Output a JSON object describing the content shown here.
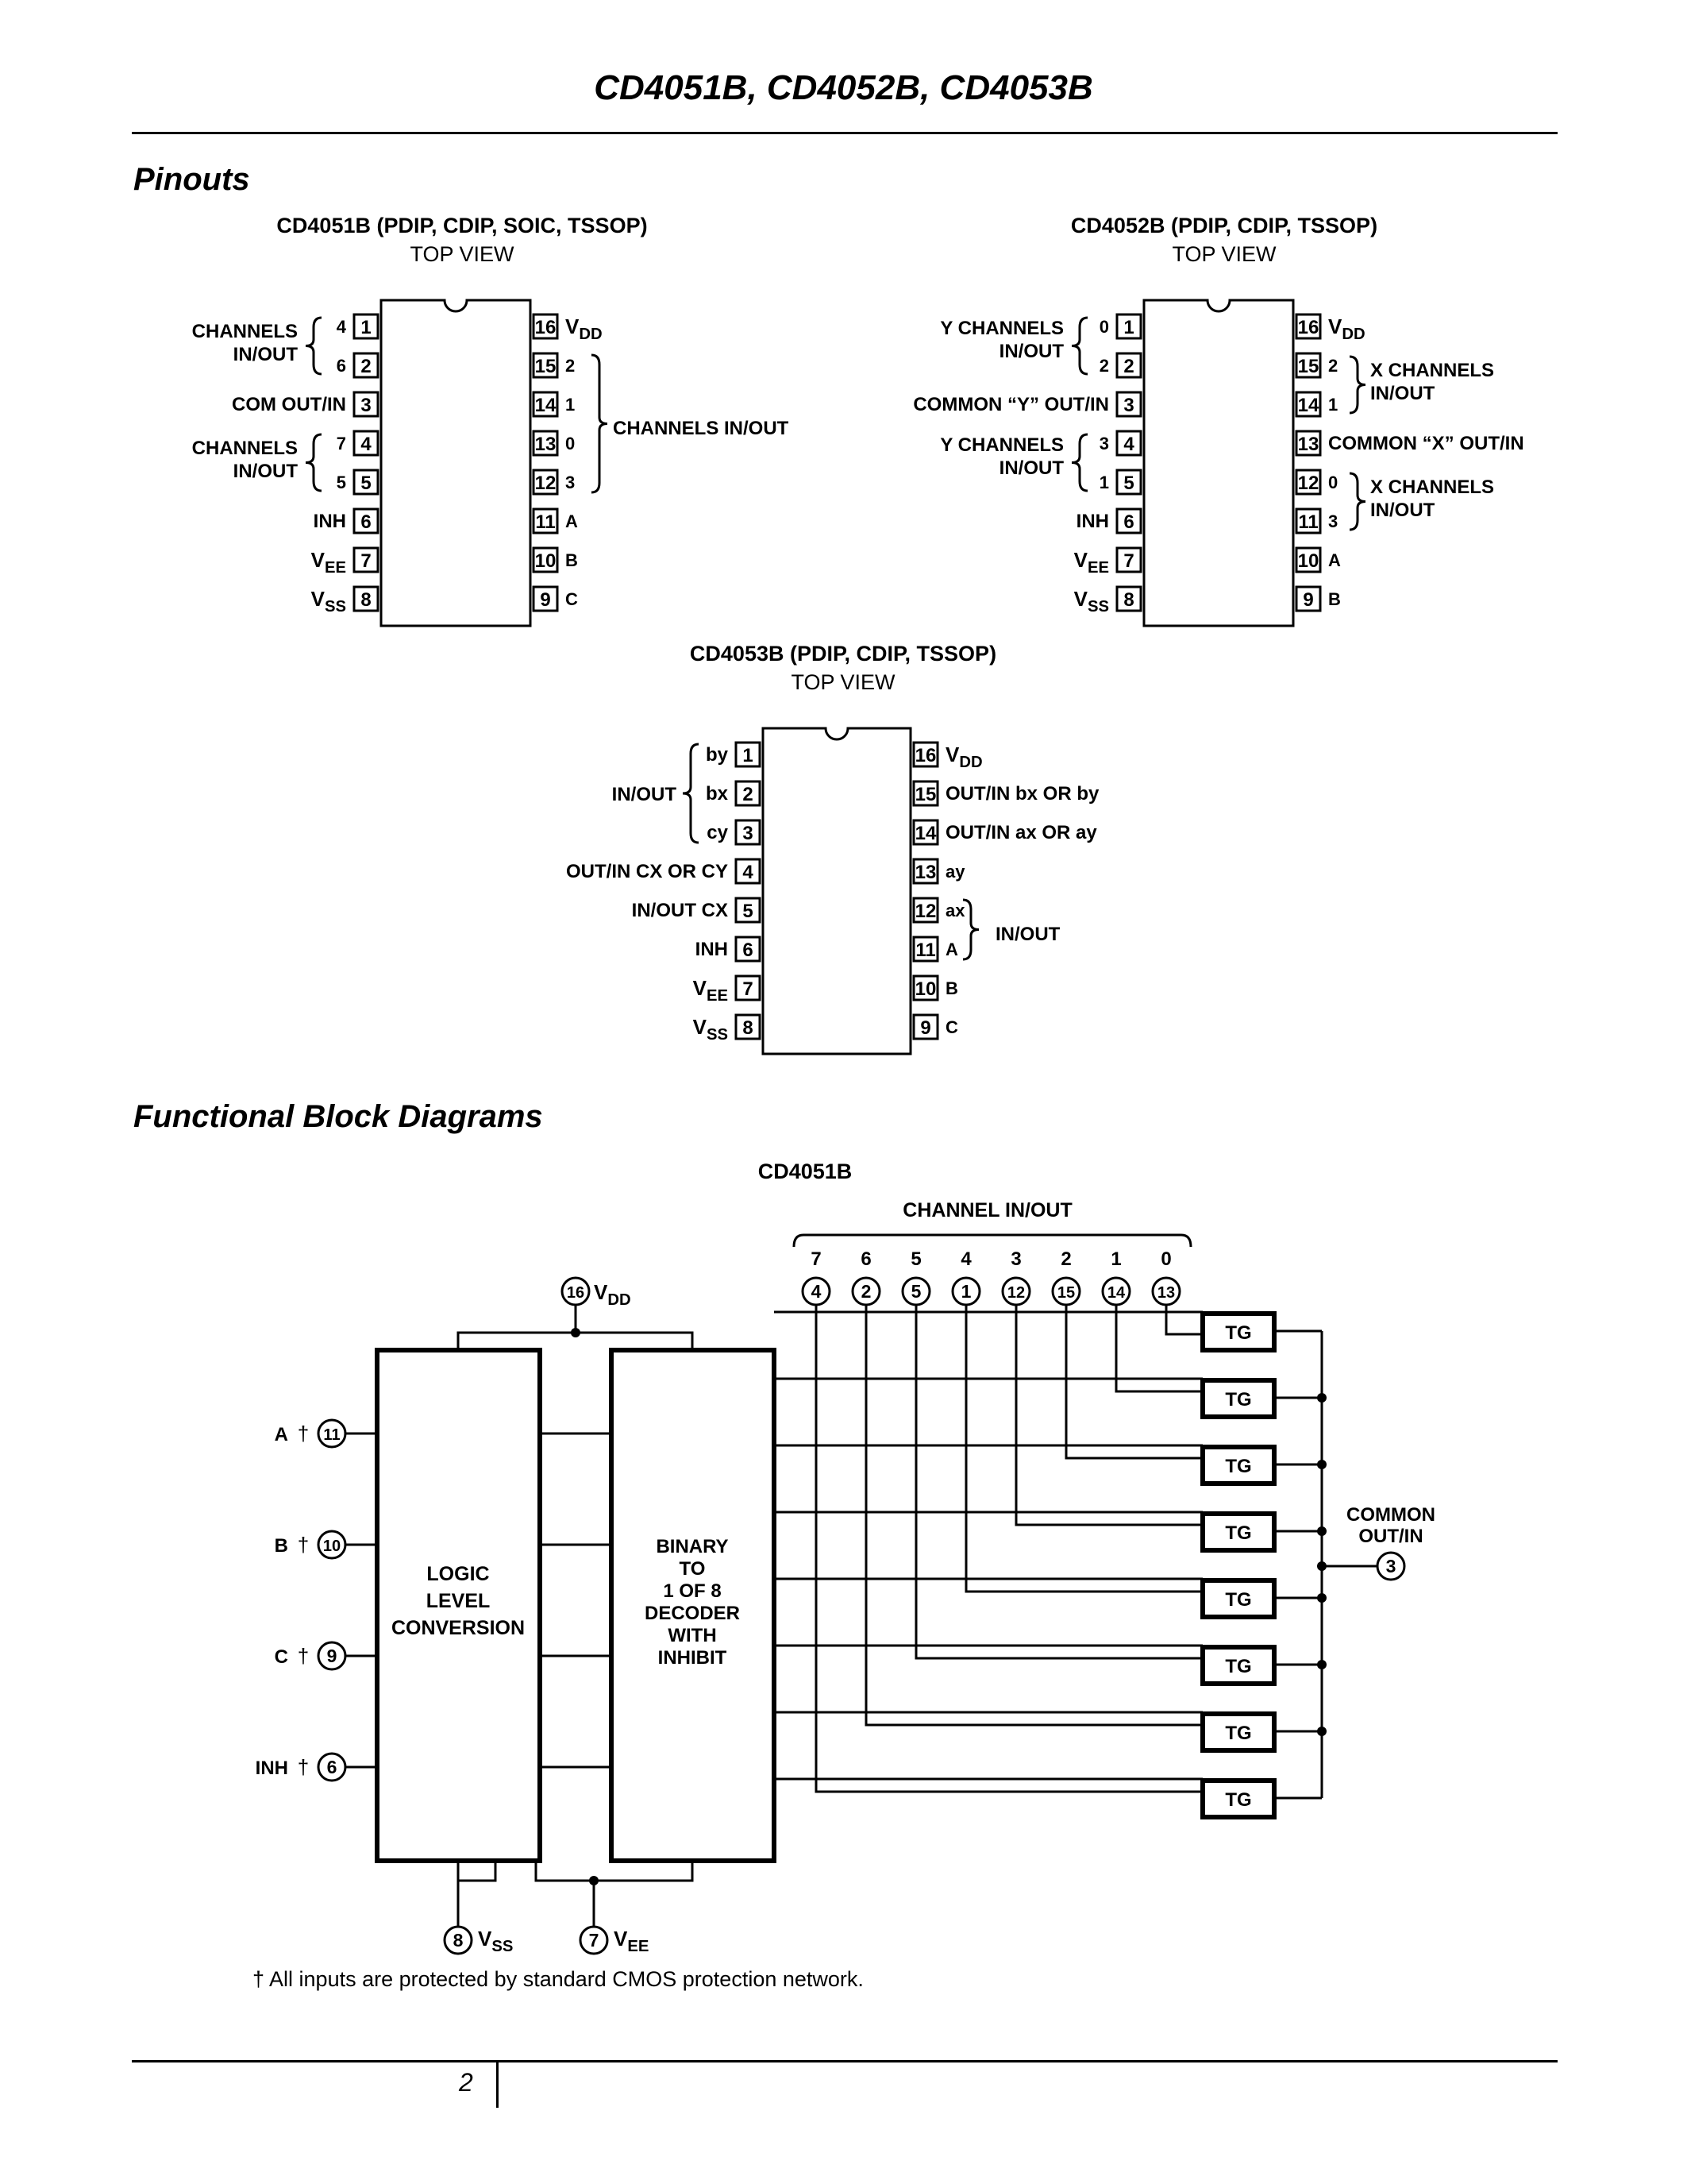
{
  "header": {
    "title": "CD4051B, CD4052B, CD4053B"
  },
  "sections": {
    "pinouts": "Pinouts",
    "block_diagrams": "Functional Block Diagrams"
  },
  "cd4051_pinout": {
    "title": "CD4051B  (PDIP, CDIP, SOIC, TSSOP)",
    "view": "TOP VIEW",
    "left_pins": [
      {
        "num": "1",
        "label": "4"
      },
      {
        "num": "2",
        "label": "6"
      },
      {
        "num": "3",
        "label": "COM OUT/IN"
      },
      {
        "num": "4",
        "label": "7"
      },
      {
        "num": "5",
        "label": "5"
      },
      {
        "num": "6",
        "label": "INH"
      },
      {
        "num": "7",
        "label": "V",
        "sub": "EE"
      },
      {
        "num": "8",
        "label": "V",
        "sub": "SS"
      }
    ],
    "right_pins": [
      {
        "num": "16",
        "label": "V",
        "sub": "DD"
      },
      {
        "num": "15",
        "label": "2"
      },
      {
        "num": "14",
        "label": "1"
      },
      {
        "num": "13",
        "label": "0"
      },
      {
        "num": "12",
        "label": "3"
      },
      {
        "num": "11",
        "label": "A"
      },
      {
        "num": "10",
        "label": "B"
      },
      {
        "num": "9",
        "label": "C"
      }
    ],
    "group_labels": [
      "CHANNELS",
      "IN/OUT",
      "CHANNELS",
      "IN/OUT",
      "CHANNELS IN/OUT"
    ]
  },
  "cd4052_pinout": {
    "title": "CD4052B  (PDIP, CDIP, TSSOP)",
    "view": "TOP VIEW",
    "left_pins": [
      {
        "num": "1",
        "label": "0"
      },
      {
        "num": "2",
        "label": "2"
      },
      {
        "num": "3",
        "label": "COMMON “Y” OUT/IN"
      },
      {
        "num": "4",
        "label": "3"
      },
      {
        "num": "5",
        "label": "1"
      },
      {
        "num": "6",
        "label": "INH"
      },
      {
        "num": "7",
        "label": "V",
        "sub": "EE"
      },
      {
        "num": "8",
        "label": "V",
        "sub": "SS"
      }
    ],
    "right_pins": [
      {
        "num": "16",
        "label": "V",
        "sub": "DD"
      },
      {
        "num": "15",
        "label": "2"
      },
      {
        "num": "14",
        "label": "1"
      },
      {
        "num": "13",
        "label": "COMMON “X” OUT/IN"
      },
      {
        "num": "12",
        "label": "0"
      },
      {
        "num": "11",
        "label": "3"
      },
      {
        "num": "10",
        "label": "A"
      },
      {
        "num": "9",
        "label": "B"
      }
    ],
    "group_labels": [
      "Y CHANNELS",
      "IN/OUT",
      "Y CHANNELS",
      "IN/OUT",
      "X CHANNELS",
      "IN/OUT",
      "X CHANNELS",
      "IN/OUT"
    ]
  },
  "cd4053_pinout": {
    "title": "CD4053B  (PDIP, CDIP, TSSOP)",
    "view": "TOP VIEW",
    "left_pins": [
      {
        "num": "1",
        "label": "by"
      },
      {
        "num": "2",
        "label": "bx"
      },
      {
        "num": "3",
        "label": "cy"
      },
      {
        "num": "4",
        "label": "OUT/IN CX OR CY"
      },
      {
        "num": "5",
        "label": "IN/OUT CX"
      },
      {
        "num": "6",
        "label": "INH"
      },
      {
        "num": "7",
        "label": "V",
        "sub": "EE"
      },
      {
        "num": "8",
        "label": "V",
        "sub": "SS"
      }
    ],
    "right_pins": [
      {
        "num": "16",
        "label": "V",
        "sub": "DD"
      },
      {
        "num": "15",
        "label": "OUT/IN bx OR by"
      },
      {
        "num": "14",
        "label": "OUT/IN ax OR ay"
      },
      {
        "num": "13",
        "label": "ay"
      },
      {
        "num": "12",
        "label": "ax"
      },
      {
        "num": "11",
        "label": "A"
      },
      {
        "num": "10",
        "label": "B"
      },
      {
        "num": "9",
        "label": "C"
      }
    ],
    "group_labels": [
      "IN/OUT",
      "IN/OUT"
    ]
  },
  "block_diagram": {
    "title": "CD4051B",
    "channel_header": "CHANNEL IN/OUT",
    "channels": [
      {
        "ch": "7",
        "pin": "4"
      },
      {
        "ch": "6",
        "pin": "2"
      },
      {
        "ch": "5",
        "pin": "5"
      },
      {
        "ch": "4",
        "pin": "1"
      },
      {
        "ch": "3",
        "pin": "12"
      },
      {
        "ch": "2",
        "pin": "15"
      },
      {
        "ch": "1",
        "pin": "14"
      },
      {
        "ch": "0",
        "pin": "13"
      }
    ],
    "vdd": {
      "pin": "16",
      "label": "V",
      "sub": "DD"
    },
    "vss": {
      "pin": "8",
      "label": "V",
      "sub": "SS"
    },
    "vee": {
      "pin": "7",
      "label": "V",
      "sub": "EE"
    },
    "inputs": [
      {
        "label": "A",
        "mark": "†",
        "pin": "11"
      },
      {
        "label": "B",
        "mark": "†",
        "pin": "10"
      },
      {
        "label": "C",
        "mark": "†",
        "pin": "9"
      },
      {
        "label": "INH",
        "mark": "†",
        "pin": "6"
      }
    ],
    "logic_block": [
      "LOGIC",
      "LEVEL",
      "CONVERSION"
    ],
    "decoder_block": [
      "BINARY",
      "TO",
      "1 OF 8",
      "DECODER",
      "WITH",
      "INHIBIT"
    ],
    "gate_label": "TG",
    "common": {
      "lines": [
        "COMMON",
        "OUT/IN"
      ],
      "pin": "3"
    }
  },
  "footnote": "† All inputs are protected by standard CMOS protection network.",
  "footer": {
    "page_number": "2"
  }
}
